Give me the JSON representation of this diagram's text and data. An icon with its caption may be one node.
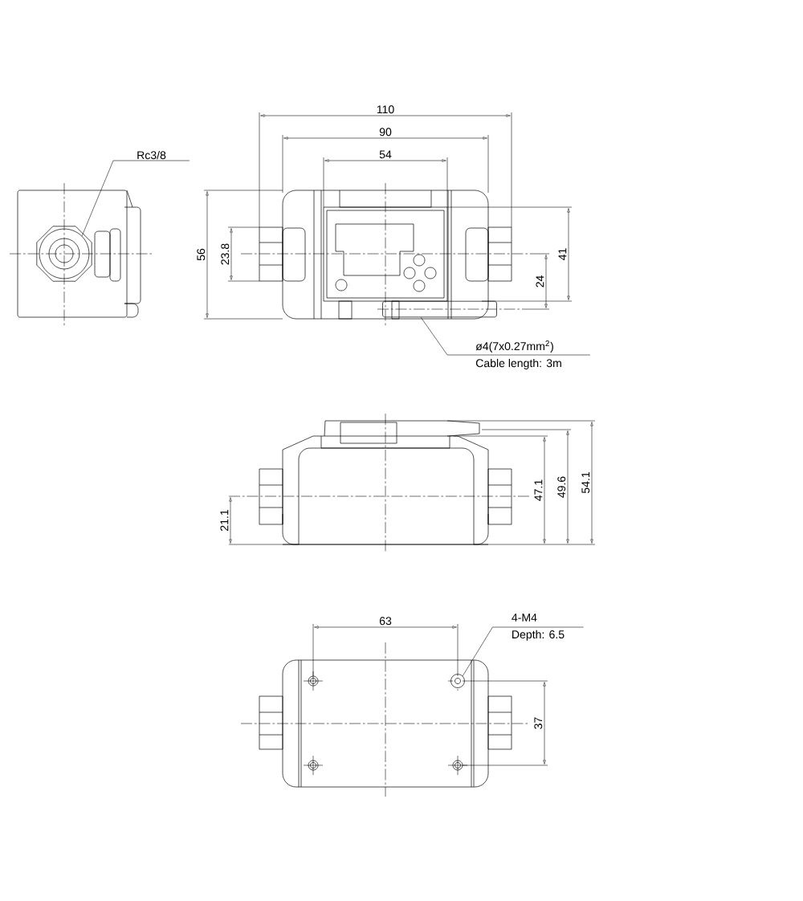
{
  "diagram": {
    "nodes": [
      {
        "text": [
          "Rc3/8"
        ]
      },
      {
        "text": [],
        "shape": "circle"
      },
      {
        "text": [
          "ø4(7x0.27mm$^{2}$)",
          "Cable length: 3m"
        ]
      },
      {
        "text": [],
        "shape": "bar"
      },
      {
        "text": [
          "4-M4",
          "Depth: 6.5"
        ]
      },
      {
        "text": [],
        "shape": "circle"
      }
    ],
    "edges": [
      {
        "from": 0,
        "to": 1,
        "arrow": "none"
      },
      {
        "from": 2,
        "to": 3,
        "arrow": "none"
      },
      {
        "from": 4,
        "to": 5,
        "arrow": "none"
      }
    ],
    "labels": [
      "110",
      "90",
      "54",
      "56",
      "23.8",
      "41",
      "24",
      "47.1",
      "49.6",
      "54.1",
      "21.1",
      "63",
      "37"
    ]
  }
}
